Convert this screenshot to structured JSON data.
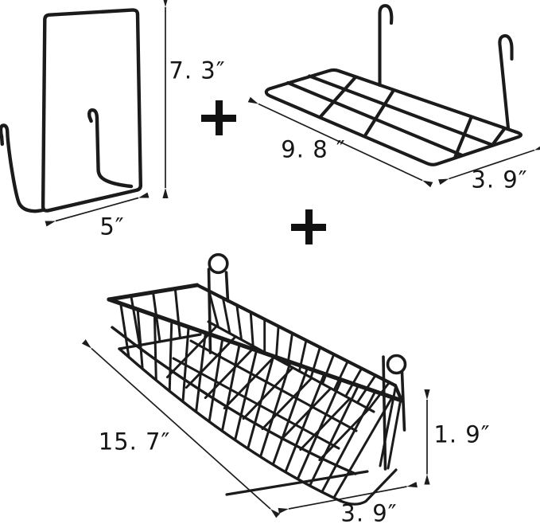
{
  "image": {
    "type": "product-dimension-diagram",
    "background": "#ffffff",
    "line_color": "#1b1b1b",
    "plus_symbol": "+"
  },
  "products": [
    {
      "name": "wire wall bracket with two hooks",
      "labels": {
        "height": "7. 3″",
        "width": "5″"
      }
    },
    {
      "name": "wire grid shelf with two hanging hooks",
      "labels": {
        "length": "9. 8 ″",
        "depth": "3. 9″"
      }
    },
    {
      "name": "wire hanging basket with two hooks",
      "labels": {
        "length": "15. 7″",
        "height": "1. 9″",
        "depth": "3. 9″"
      }
    }
  ]
}
